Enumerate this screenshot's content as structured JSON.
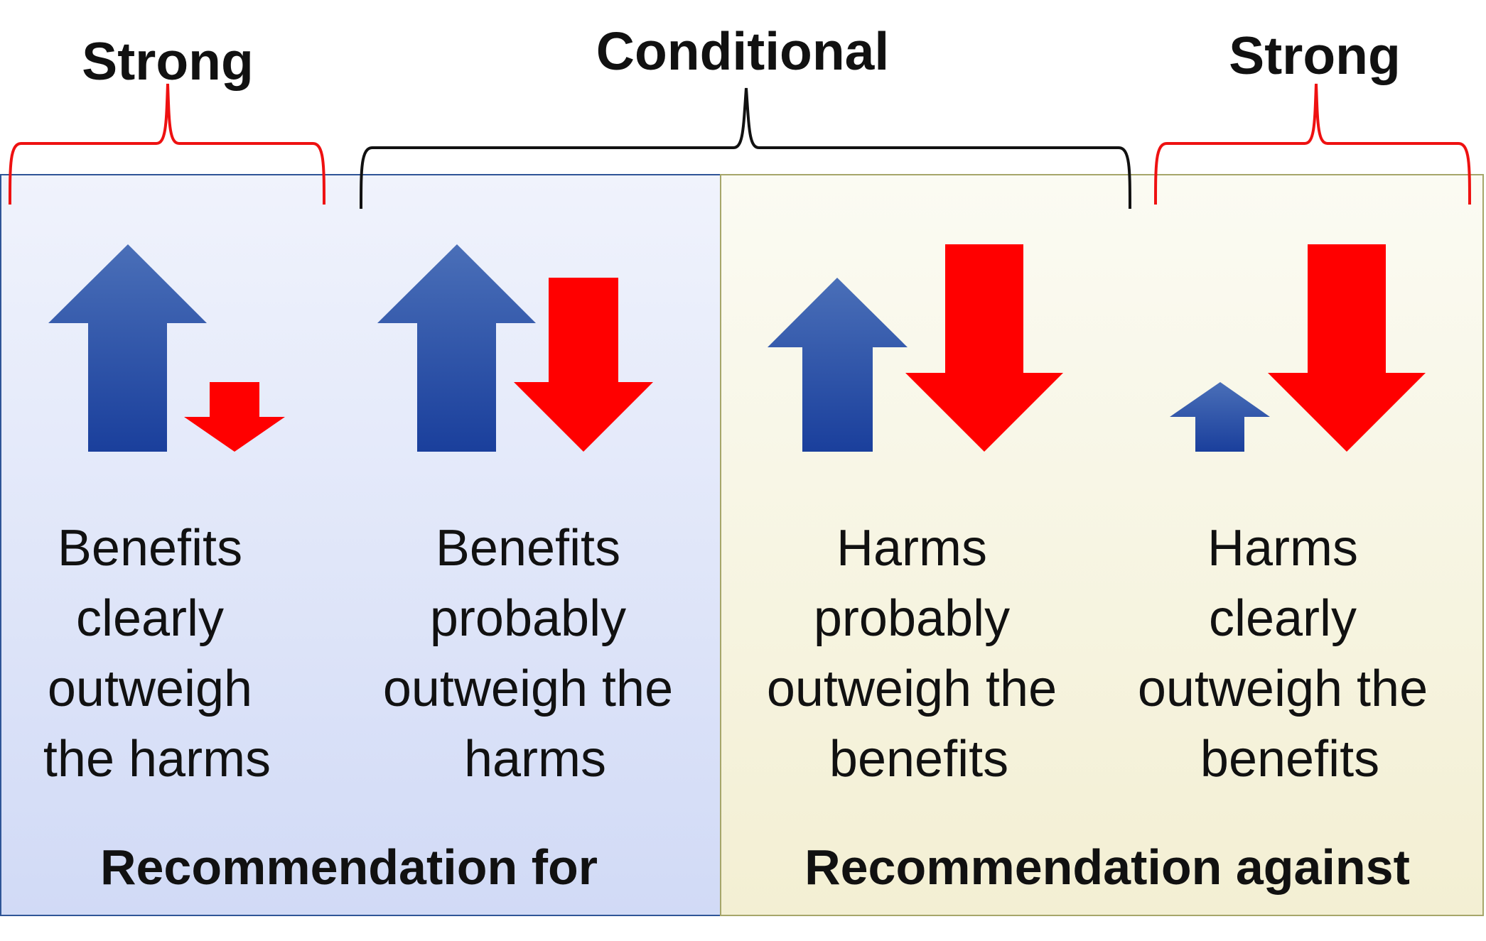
{
  "headings": {
    "strong_left": "Strong",
    "conditional": "Conditional",
    "strong_right": "Strong"
  },
  "columns": [
    {
      "lines": [
        "Benefits",
        "clearly",
        "outweigh",
        "the harms"
      ]
    },
    {
      "lines": [
        "Benefits",
        "probably",
        "outweigh the",
        "harms"
      ]
    },
    {
      "lines": [
        "Harms",
        "probably",
        "outweigh the",
        "benefits"
      ]
    },
    {
      "lines": [
        "Harms",
        "clearly",
        "outweigh the",
        "benefits"
      ]
    }
  ],
  "panels": {
    "for_label": "Recommendation for",
    "against_label": "Recommendation against"
  },
  "colors": {
    "strong_bracket": "#ee1111",
    "conditional_bracket": "#111111",
    "benefit_arrow_top": "#4a6fb8",
    "benefit_arrow_bottom": "#1a3f9c",
    "harm_arrow": "#ff0000",
    "for_panel_top": "#f0f3fc",
    "for_panel_bottom": "#d1daf6",
    "for_panel_border": "#2f5597",
    "against_panel_top": "#fbfbf3",
    "against_panel_bottom": "#f3efd3",
    "against_panel_border": "#a6a66a"
  },
  "arrows": [
    {
      "kind": "benefit",
      "direction": "up",
      "strength": "large"
    },
    {
      "kind": "harm",
      "direction": "down",
      "strength": "small"
    },
    {
      "kind": "benefit",
      "direction": "up",
      "strength": "large"
    },
    {
      "kind": "harm",
      "direction": "down",
      "strength": "medium"
    },
    {
      "kind": "benefit",
      "direction": "up",
      "strength": "medium"
    },
    {
      "kind": "harm",
      "direction": "down",
      "strength": "large"
    },
    {
      "kind": "benefit",
      "direction": "up",
      "strength": "small"
    },
    {
      "kind": "harm",
      "direction": "down",
      "strength": "large"
    }
  ]
}
